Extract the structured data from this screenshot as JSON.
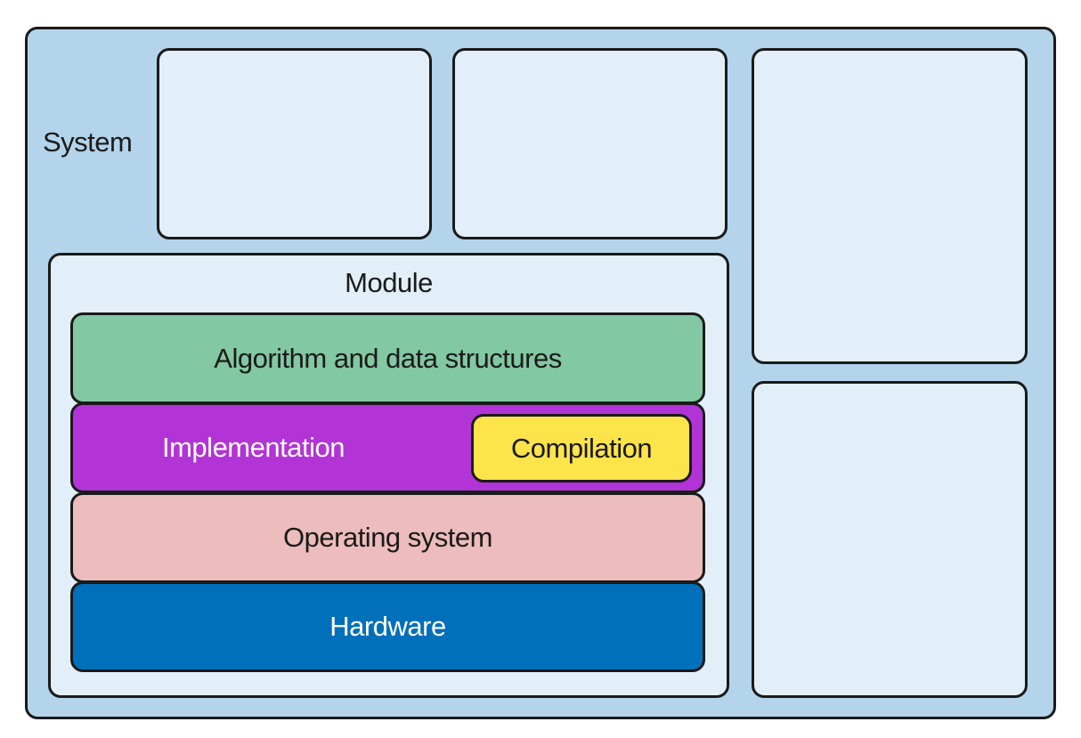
{
  "system": {
    "label": "System"
  },
  "module": {
    "label": "Module",
    "layers": {
      "algorithm": "Algorithm and data structures",
      "implementation": "Implementation",
      "compilation": "Compilation",
      "operating_system": "Operating system",
      "hardware": "Hardware"
    }
  },
  "colors": {
    "system_bg": "#b3d4ea",
    "module_bg": "#e2eff8",
    "algorithm": "#82c8a2",
    "implementation": "#b234d6",
    "compilation": "#fde44a",
    "operating_system": "#edbcbc",
    "hardware": "#0070bb"
  }
}
